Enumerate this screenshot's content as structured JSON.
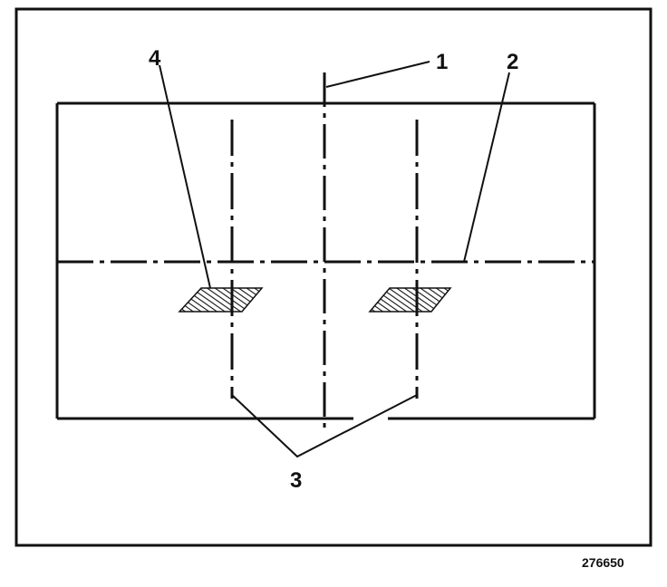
{
  "colors": {
    "ink": "#111111",
    "background": "#ffffff"
  },
  "callouts": {
    "c1": "1",
    "c2": "2",
    "c3": "3",
    "c4": "4"
  },
  "figure_id": "276650"
}
